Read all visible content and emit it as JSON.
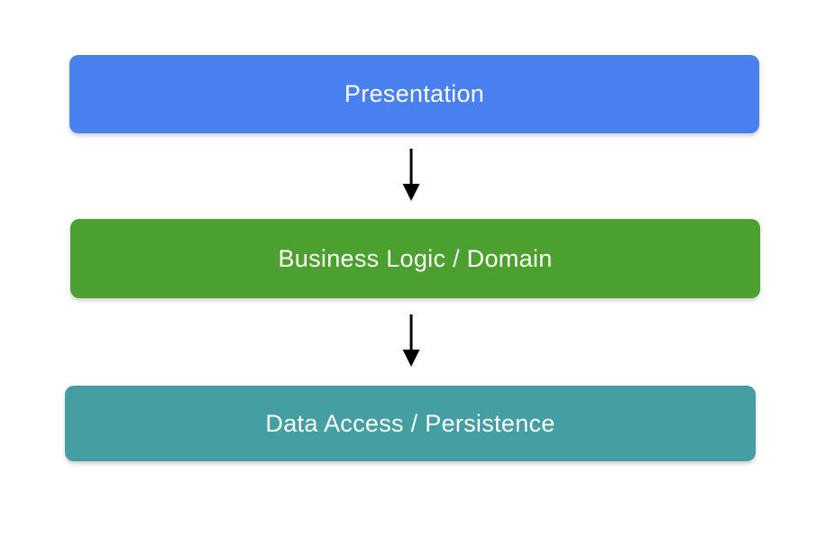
{
  "diagram": {
    "type": "layered-architecture-flow",
    "background_color": "#ffffff",
    "text_color": "#ffffff",
    "arrow_color": "#000000",
    "layers": [
      {
        "label": "Presentation",
        "color": "#4a81f1"
      },
      {
        "label": "Business Logic / Domain",
        "color": "#4ba030"
      },
      {
        "label": "Data Access / Persistence",
        "color": "#459ea1"
      }
    ],
    "connectors": [
      {
        "from": "Presentation",
        "to": "Business Logic / Domain",
        "direction": "down"
      },
      {
        "from": "Business Logic / Domain",
        "to": "Data Access / Persistence",
        "direction": "down"
      }
    ]
  }
}
